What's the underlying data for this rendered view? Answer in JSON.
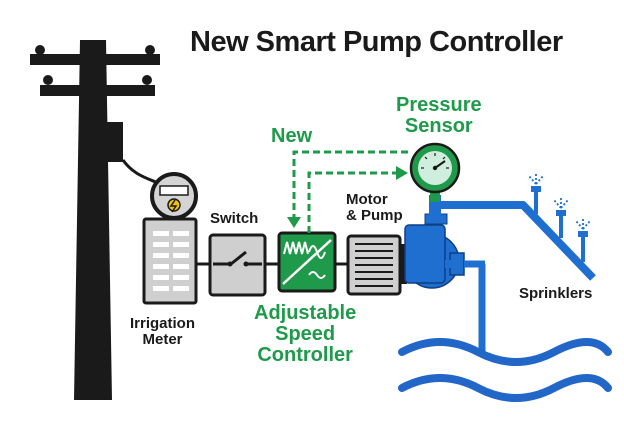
{
  "title": "New Smart Pump Controller",
  "labels": {
    "switch": "Switch",
    "motor_pump": [
      "Motor",
      "& Pump"
    ],
    "irrigation_meter": [
      "Irrigation",
      "Meter"
    ],
    "new": "New",
    "pressure_sensor": [
      "Pressure",
      "Sensor"
    ],
    "adjustable_speed_controller": [
      "Adjustable",
      "Speed",
      "Controller"
    ],
    "sprinklers": "Sprinklers"
  },
  "colors": {
    "pole": "#1a1a1a",
    "green": "#1f9a4a",
    "pipe_blue": "#1f6fd1",
    "water_blue": "#2266c8",
    "meter_gray": "#cfcfcf",
    "gauge_face": "#cfeedd"
  }
}
